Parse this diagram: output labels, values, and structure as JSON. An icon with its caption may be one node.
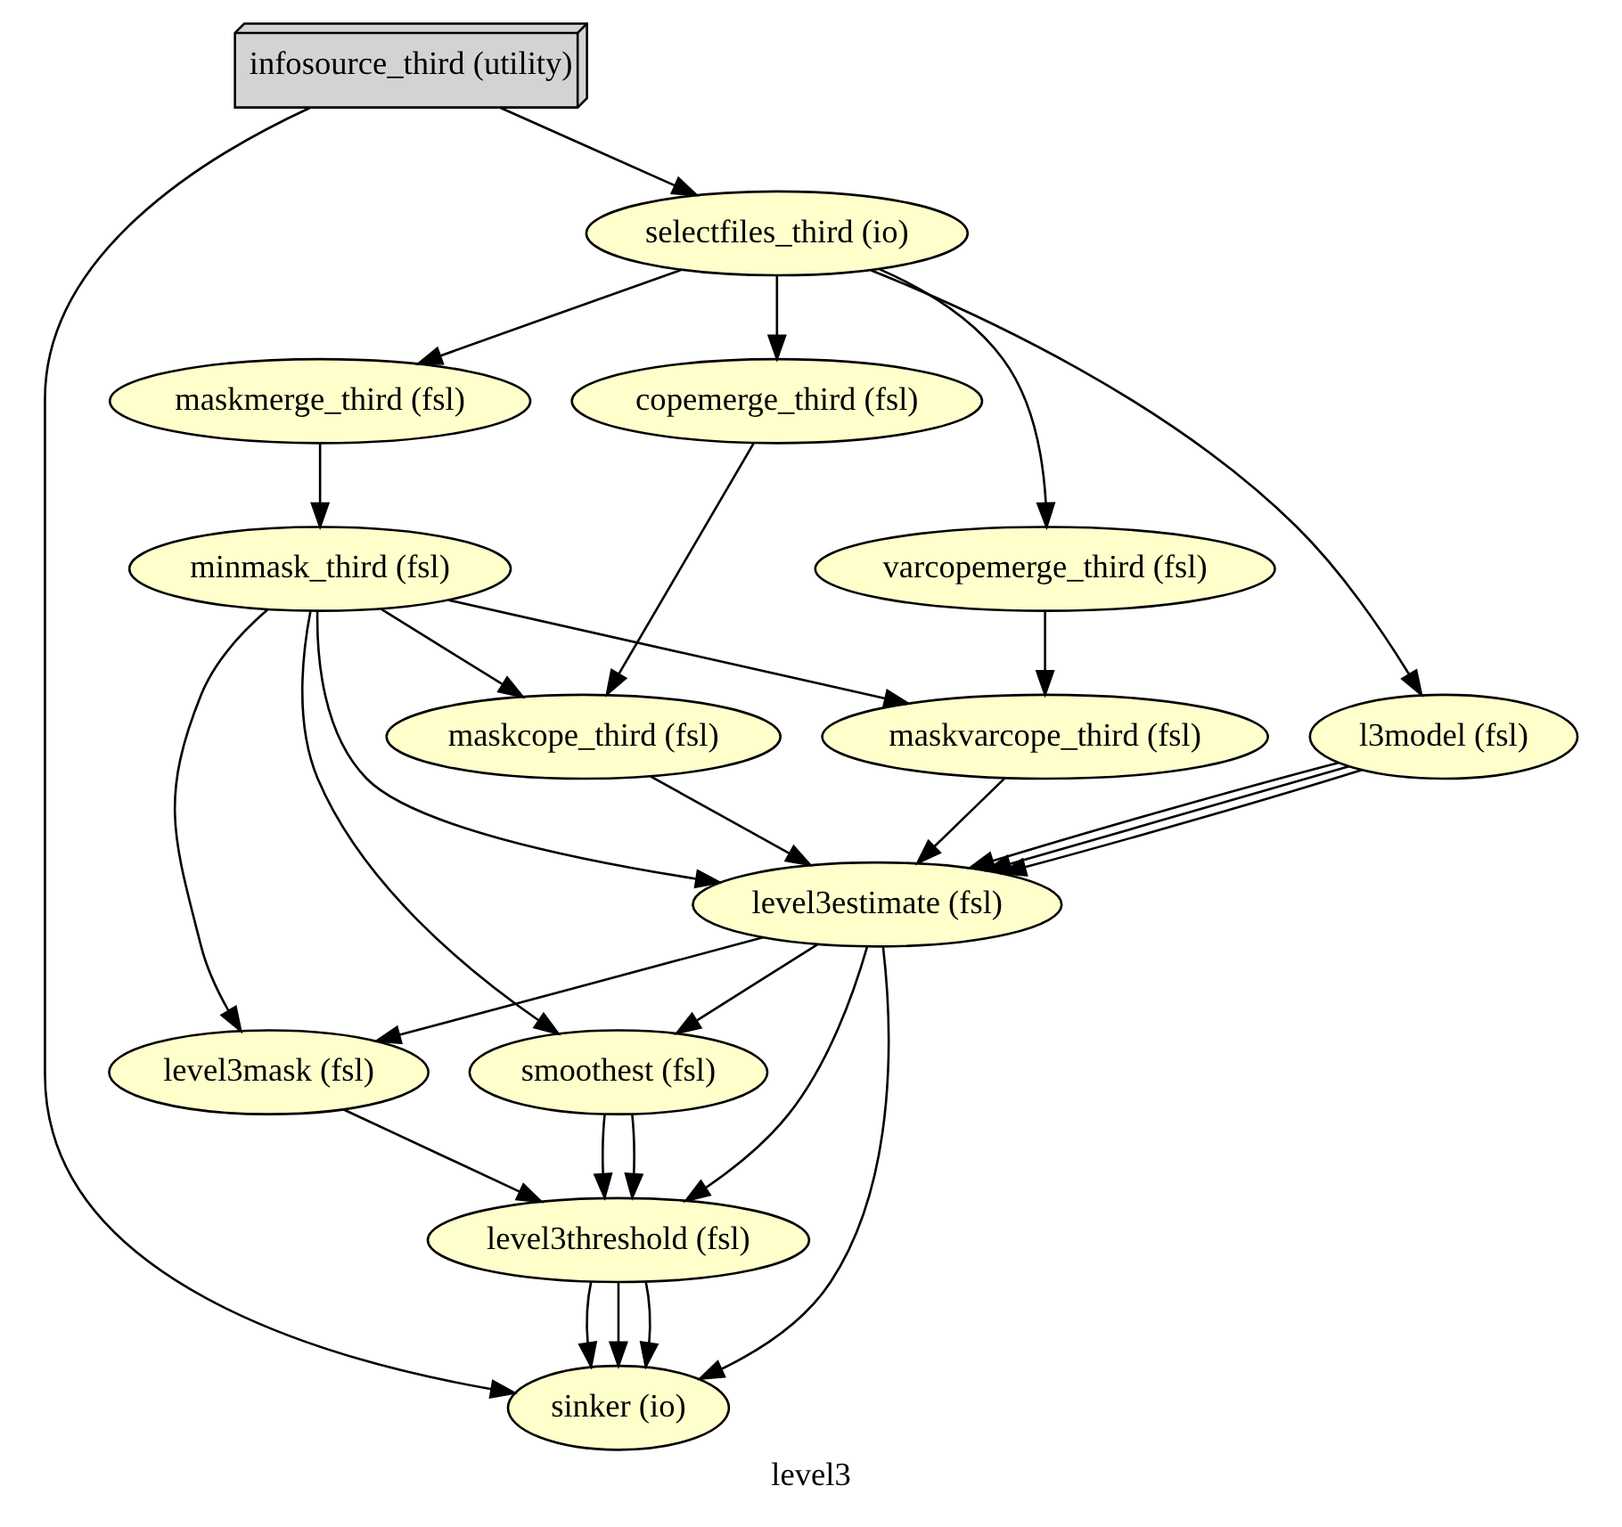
{
  "diagram": {
    "caption": "level3",
    "nodes": [
      {
        "text": [
          "infosource_third (utility)"
        ]
      },
      {
        "text": [
          "selectfiles_third (io)"
        ]
      },
      {
        "text": [
          "varcopemerge_third (fsl)"
        ]
      },
      {
        "text": [
          "maskmerge_third (fsl)"
        ]
      },
      {
        "text": [
          "minmask_third (fsl)"
        ]
      },
      {
        "text": [
          "copemerge_third (fsl)"
        ]
      },
      {
        "text": [
          "l3model (fsl)"
        ]
      },
      {
        "text": [
          "maskvarcope_third (fsl)"
        ]
      },
      {
        "text": [
          "maskcope_third (fsl)"
        ]
      },
      {
        "text": [
          "level3estimate (fsl)"
        ]
      },
      {
        "text": [
          "level3mask (fsl)"
        ]
      },
      {
        "text": [
          "smoothest (fsl)"
        ]
      },
      {
        "text": [
          "level3threshold (fsl)"
        ]
      },
      {
        "text": [
          "sinker (io)"
        ]
      }
    ],
    "edges": [
      {
        "from": 0,
        "to": 1,
        "arrow": "to"
      },
      {
        "from": 0,
        "to": 13,
        "arrow": "to"
      },
      {
        "from": 1,
        "to": 2,
        "arrow": "to"
      },
      {
        "from": 1,
        "to": 3,
        "arrow": "to"
      },
      {
        "from": 1,
        "to": 5,
        "arrow": "to"
      },
      {
        "from": 1,
        "to": 6,
        "arrow": "to"
      },
      {
        "from": 2,
        "to": 7,
        "arrow": "to"
      },
      {
        "from": 3,
        "to": 4,
        "arrow": "to"
      },
      {
        "from": 4,
        "to": 7,
        "arrow": "to"
      },
      {
        "from": 4,
        "to": 8,
        "arrow": "to"
      },
      {
        "from": 4,
        "to": 9,
        "arrow": "to"
      },
      {
        "from": 4,
        "to": 10,
        "arrow": "to"
      },
      {
        "from": 4,
        "to": 11,
        "arrow": "to"
      },
      {
        "from": 5,
        "to": 8,
        "arrow": "to"
      },
      {
        "from": 6,
        "to": 9,
        "arrow": "to"
      },
      {
        "from": 6,
        "to": 9,
        "arrow": "to"
      },
      {
        "from": 6,
        "to": 9,
        "arrow": "to"
      },
      {
        "from": 7,
        "to": 9,
        "arrow": "to"
      },
      {
        "from": 8,
        "to": 9,
        "arrow": "to"
      },
      {
        "from": 9,
        "to": 10,
        "arrow": "to"
      },
      {
        "from": 9,
        "to": 11,
        "arrow": "to"
      },
      {
        "from": 9,
        "to": 12,
        "arrow": "to"
      },
      {
        "from": 9,
        "to": 13,
        "arrow": "to"
      },
      {
        "from": 10,
        "to": 12,
        "arrow": "to"
      },
      {
        "from": 11,
        "to": 12,
        "arrow": "to"
      },
      {
        "from": 11,
        "to": 12,
        "arrow": "to"
      },
      {
        "from": 12,
        "to": 13,
        "arrow": "to"
      },
      {
        "from": 12,
        "to": 13,
        "arrow": "to"
      },
      {
        "from": 12,
        "to": 13,
        "arrow": "to"
      }
    ]
  }
}
